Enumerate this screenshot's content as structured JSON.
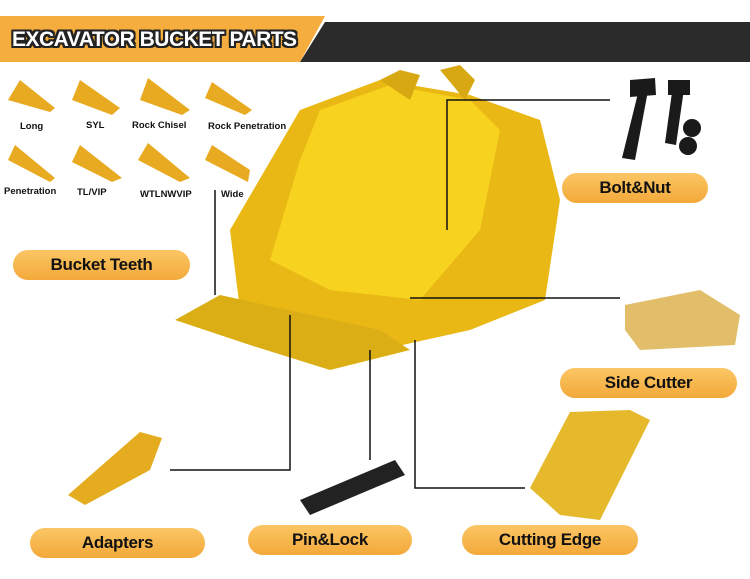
{
  "header": {
    "title": "EXCAVATOR BUCKET PARTS"
  },
  "teeth_types": [
    "Long",
    "SYL",
    "Rock Chisel",
    "Rock Penetration",
    "Penetration",
    "TL/VIP",
    "WTLNWVIP",
    "Wide"
  ],
  "labels": {
    "bucket_teeth": "Bucket Teeth",
    "bolt_nut": "Bolt&Nut",
    "side_cutter": "Side Cutter",
    "adapters": "Adapters",
    "pin_lock": "Pin&Lock",
    "cutting_edge": "Cutting Edge"
  },
  "colors": {
    "accent": "#f5ae3d",
    "part_yellow": "#f2c21a",
    "dark_band": "#2b2b2b"
  }
}
